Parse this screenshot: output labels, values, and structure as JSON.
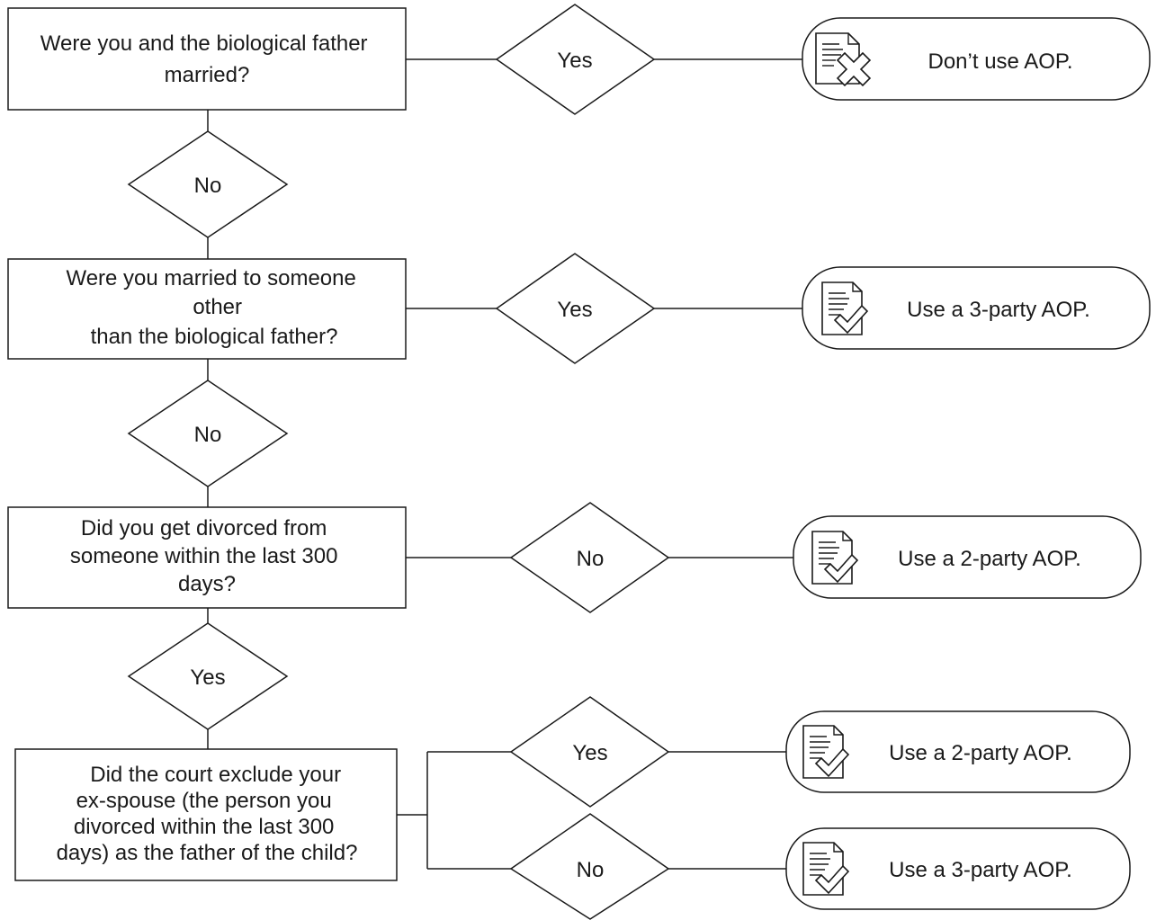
{
  "questions": {
    "q1": [
      "Were you and the biological father",
      "married?"
    ],
    "q2": [
      "Were you married to someone",
      "other",
      "than the biological father?"
    ],
    "q3": [
      "Did you get divorced from",
      "someone within the last 300",
      "days?"
    ],
    "q4": [
      "Did the court exclude your",
      "ex-spouse (the person you",
      "divorced within the last 300",
      "days) as the father of the child?"
    ]
  },
  "decisions": {
    "d1_right": "Yes",
    "d1_down": "No",
    "d2_right": "Yes",
    "d2_down": "No",
    "d3_right": "No",
    "d3_down": "Yes",
    "d4_top": "Yes",
    "d4_bottom": "No"
  },
  "results": {
    "r1": "Don’t use AOP.",
    "r2": "Use a 3-party AOP.",
    "r3": "Use a 2-party AOP.",
    "r4": "Use a 2-party AOP.",
    "r5": "Use a 3-party AOP."
  },
  "icons": {
    "r1": "document-x-icon",
    "r2": "document-check-icon",
    "r3": "document-check-icon",
    "r4": "document-check-icon",
    "r5": "document-check-icon"
  },
  "colors": {
    "stroke": "#1a1a1a",
    "background": "#ffffff"
  }
}
